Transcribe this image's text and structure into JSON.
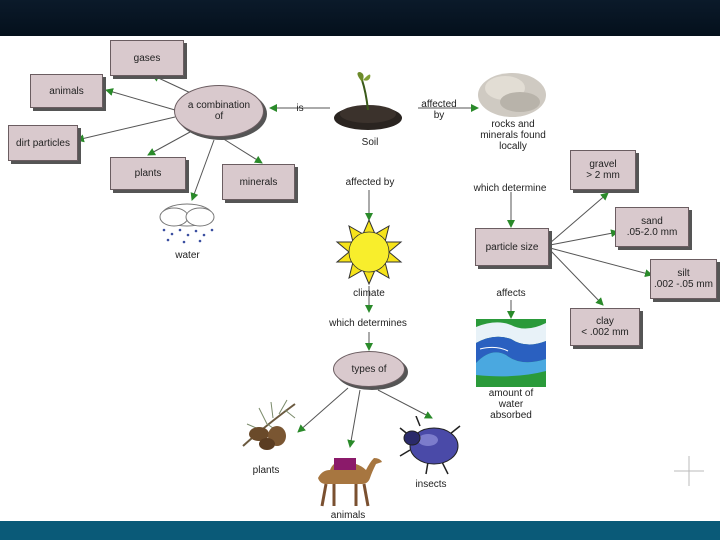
{
  "nodes": {
    "gases": "gases",
    "animals_box": "animals",
    "dirt": "dirt particles",
    "plants_box": "plants",
    "minerals": "minerals",
    "combination": "a combination\nof",
    "is": "is",
    "soil": "Soil",
    "affected_by_top": "affected\nby",
    "rocks": "rocks and\nminerals found\nlocally",
    "affected_by_mid": "affected by",
    "determine": "which determine",
    "water": "water",
    "climate": "climate",
    "particle": "particle size",
    "gravel": "gravel\n> 2 mm",
    "sand": "sand\n.05-2.0 mm",
    "silt": "silt\n.002 -.05 mm",
    "clay": "clay\n< .002 mm",
    "affects": "affects",
    "amount": "amount of\nwater\nabsorbed",
    "which_determines": "which determines",
    "types_of": "types of",
    "plants_img": "plants",
    "animals_img": "animals",
    "insects": "insects"
  },
  "colors": {
    "box_fill": "#d9c9cd",
    "arrow": "#2a8a2a",
    "bottom_bar": "#0a5a78",
    "top_bar": "#04101c"
  },
  "icons": [
    "seedling-icon",
    "rock-icon",
    "cloud-rain-icon",
    "sun-icon",
    "river-landscape-icon",
    "pine-branch-icon",
    "camel-icon",
    "beetle-icon",
    "crosshair-icon"
  ]
}
